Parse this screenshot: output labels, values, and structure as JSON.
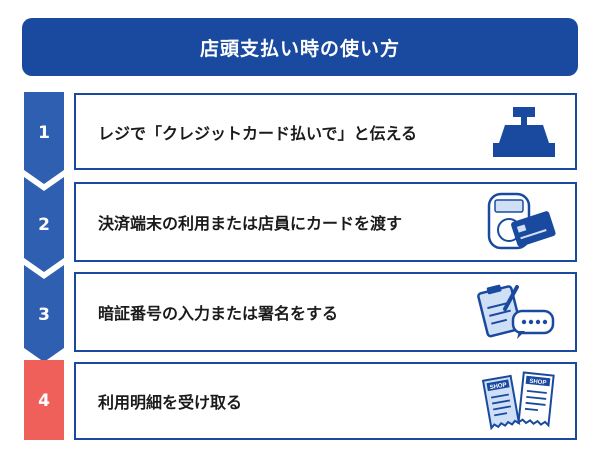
{
  "title": "店頭支払い時の使い方",
  "colors": {
    "navy": "#1a4a9f",
    "red": "#f0605a",
    "lightblue": "#cfe0f6"
  },
  "steps": [
    {
      "number": "1",
      "text": "レジで「クレジットカード払いで」と伝える",
      "icon": "cash-register-icon"
    },
    {
      "number": "2",
      "text": "決済端末の利用または店員にカードを渡す",
      "icon": "card-terminal-icon"
    },
    {
      "number": "3",
      "text": "暗証番号の入力または署名をする",
      "icon": "signature-pin-icon"
    },
    {
      "number": "4",
      "text": "利用明細を受け取る",
      "icon": "receipt-icon"
    }
  ],
  "receipt_label": "SHOP"
}
